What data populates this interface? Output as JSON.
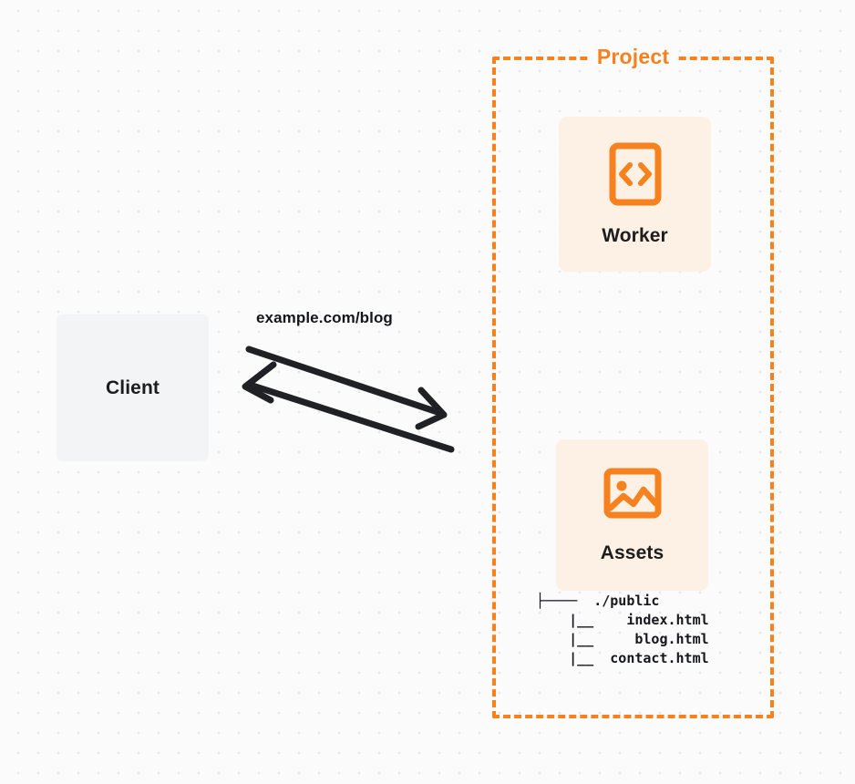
{
  "diagram": {
    "background": "#fbfbfb",
    "accent_color": "#f6821f",
    "card_color": "#fdf0e4",
    "client_color": "#f3f4f6",
    "line_color": "#1f2124"
  },
  "client": {
    "label": "Client",
    "icon": "none"
  },
  "project": {
    "title": "Project",
    "cards": [
      {
        "id": "worker",
        "label": "Worker",
        "icon": "code-brackets-icon"
      },
      {
        "id": "assets",
        "label": "Assets",
        "icon": "image-icon"
      }
    ],
    "assets_tree": "├────  ./public\n    |__    index.html\n    |__     blog.html\n    |__  contact.html"
  },
  "connection": {
    "label": "example.com/blog",
    "request_direction": "client-to-project",
    "response_direction": "project-to-client"
  }
}
